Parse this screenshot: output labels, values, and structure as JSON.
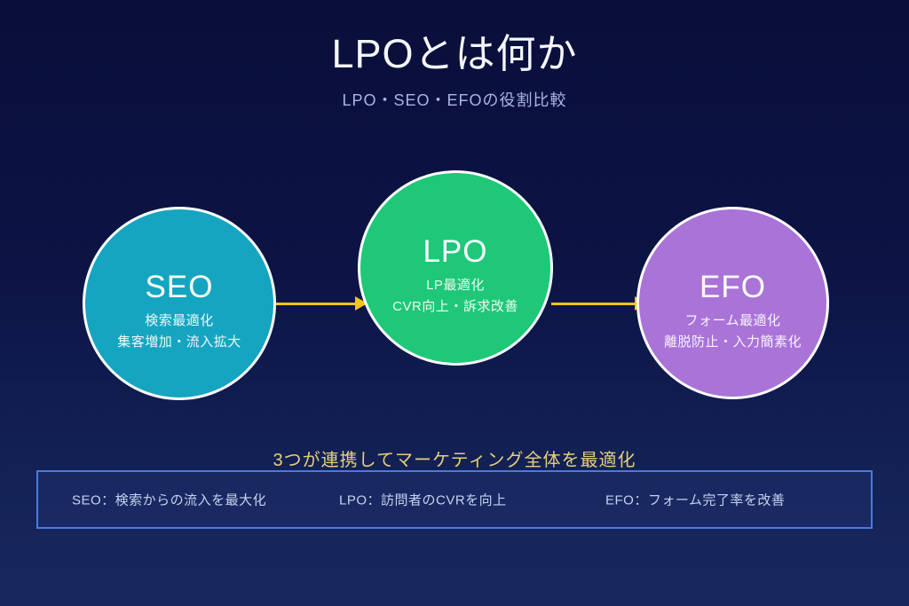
{
  "header": {
    "title": "LPOとは何か",
    "subtitle": "LPO・SEO・EFOの役割比較"
  },
  "circles": [
    {
      "label": "SEO",
      "line1": "検索最適化",
      "line2": "集客増加・流入拡大",
      "fill": "#16a5c0"
    },
    {
      "label": "LPO",
      "line1": "LP最適化",
      "line2": "CVR向上・訴求改善",
      "fill": "#1ec878"
    },
    {
      "label": "EFO",
      "line1": "フォーム最適化",
      "line2": "離脱防止・入力簡素化",
      "fill": "#aa73d8"
    }
  ],
  "note": {
    "text": "3つが連携してマーケティング全体を最適化"
  },
  "summary": {
    "items": [
      "SEO：検索からの流入を最大化",
      "LPO：訪問者のCVRを向上",
      "EFO：フォーム完了率を改善"
    ]
  },
  "colors": {
    "background_top": "#0a0e3a",
    "background_bottom": "#18275f",
    "circle_border": "#ffffff",
    "arrow": "#f2c51e",
    "note_text": "#e3cf7c",
    "box_border": "#4a7ae0",
    "box_text": "#c5d2ee",
    "subtitle_text": "#a8b5e5",
    "title_text": "#f4f6fb"
  }
}
